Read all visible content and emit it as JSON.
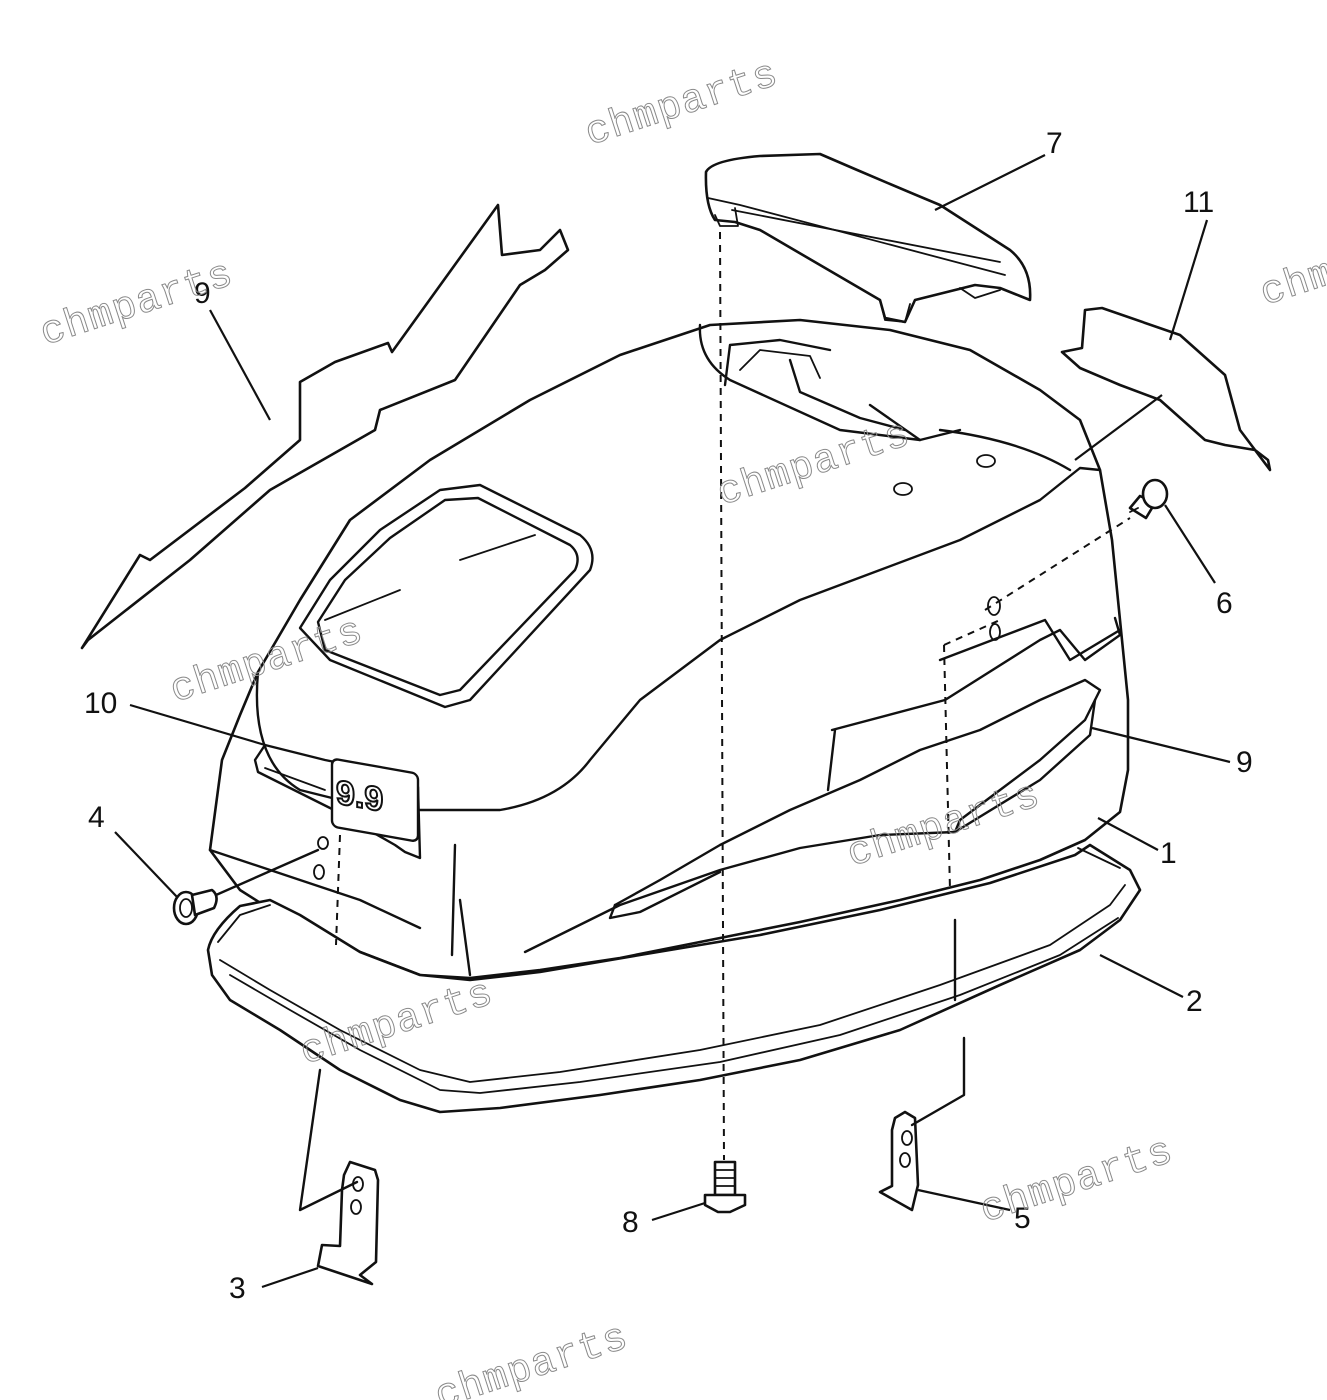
{
  "diagram": {
    "callouts": {
      "c1": "1",
      "c2": "2",
      "c3": "3",
      "c4": "4",
      "c5": "5",
      "c6": "6",
      "c7": "7",
      "c8": "8",
      "c9a": "9",
      "c9b": "9",
      "c10": "10",
      "c11": "11"
    },
    "badge_label": "9.9",
    "watermark": "chmparts"
  }
}
